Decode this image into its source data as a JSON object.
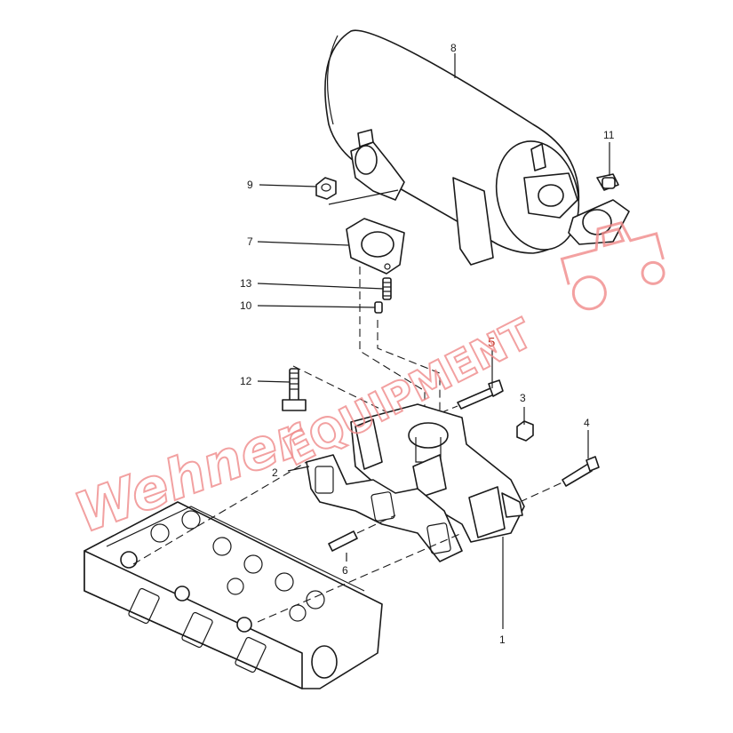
{
  "diagram": {
    "callouts": [
      {
        "id": "1",
        "label": "1"
      },
      {
        "id": "2",
        "label": "2"
      },
      {
        "id": "3",
        "label": "3"
      },
      {
        "id": "4",
        "label": "4"
      },
      {
        "id": "5",
        "label": "5"
      },
      {
        "id": "6",
        "label": "6"
      },
      {
        "id": "7",
        "label": "7"
      },
      {
        "id": "8",
        "label": "8"
      },
      {
        "id": "9",
        "label": "9"
      },
      {
        "id": "10",
        "label": "10"
      },
      {
        "id": "11",
        "label": "11"
      },
      {
        "id": "12",
        "label": "12"
      },
      {
        "id": "13",
        "label": "13"
      }
    ],
    "watermark": {
      "text_script": "Wehner",
      "text_block": "EQUIPMENT",
      "color": "#f08a8a",
      "icon": "tractor-icon"
    },
    "colors": {
      "line": "#1a1a1a",
      "highlight_callout": "#c0392b"
    }
  }
}
